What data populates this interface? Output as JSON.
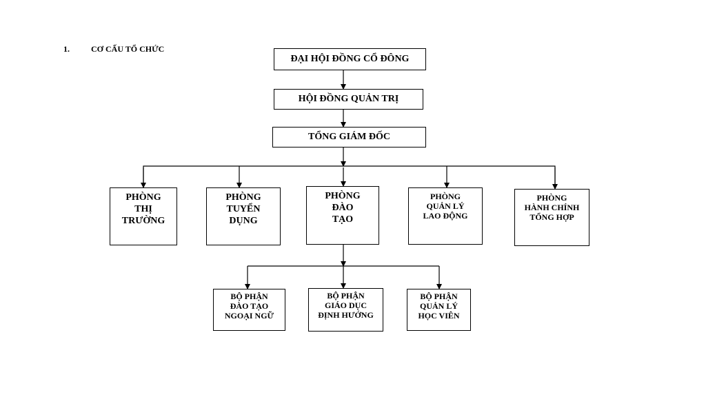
{
  "heading": {
    "number": "1.",
    "text": "CƠ CẤU TỔ CHỨC"
  },
  "top": {
    "shareholders": "ĐẠI HỘI ĐỒNG CỔ ĐÔNG",
    "board": "HỘI ĐỒNG QUẢN TRỊ",
    "ceo": "TỔNG GIÁM ĐỐC"
  },
  "departments": [
    {
      "lines": [
        "PHÒNG",
        "THỊ",
        "TRƯỜNG"
      ]
    },
    {
      "lines": [
        "PHÒNG",
        "TUYỂN",
        "DỤNG"
      ]
    },
    {
      "lines": [
        "PHÒNG",
        "ĐÀO",
        "TẠO"
      ]
    },
    {
      "lines": [
        "PHÒNG",
        "QUẢN LÝ",
        "LAO ĐỘNG"
      ]
    },
    {
      "lines": [
        "PHÒNG",
        "HÀNH CHÍNH",
        "TỔNG HỢP"
      ]
    }
  ],
  "units": [
    {
      "lines": [
        "BỘ PHẬN",
        "ĐÀO TẠO",
        "NGOẠI NGỮ"
      ]
    },
    {
      "lines": [
        "BỘ PHẬN",
        "GIÁO DỤC",
        "ĐỊNH HƯỚNG"
      ]
    },
    {
      "lines": [
        "BỘ PHẬN",
        "QUẢN LÝ",
        "HỌC VIÊN"
      ]
    }
  ]
}
